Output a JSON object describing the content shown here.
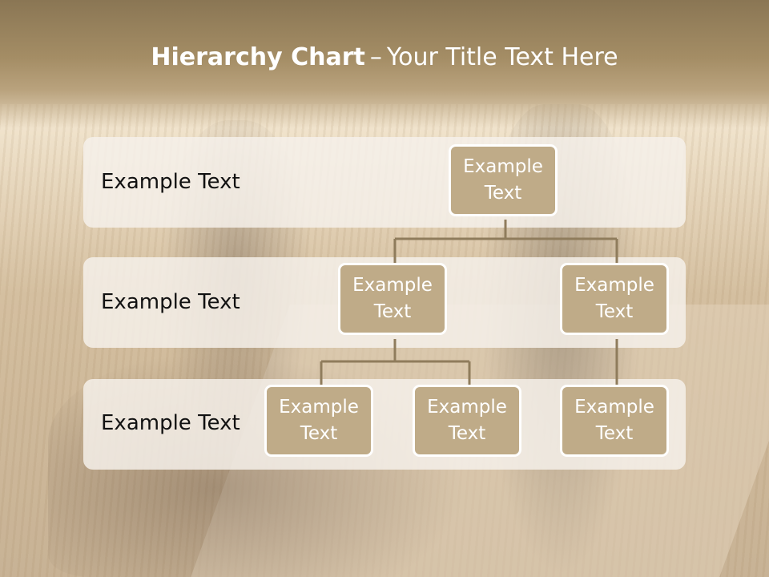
{
  "slide": {
    "title_bold": "Hierarchy Chart",
    "title_dash": "–",
    "title_rest": "Your Title Text Here"
  },
  "rows": [
    {
      "label": "Example Text"
    },
    {
      "label": "Example Text"
    },
    {
      "label": "Example Text"
    }
  ],
  "nodes": [
    {
      "text": "Example Text"
    },
    {
      "text": "Example Text"
    },
    {
      "text": "Example Text"
    },
    {
      "text": "Example Text"
    },
    {
      "text": "Example Text"
    },
    {
      "text": "Example Text"
    }
  ],
  "colors": {
    "title_band": "#a48d65",
    "node_fill": "#bfab88",
    "node_border": "#ffffff",
    "connector": "#8f7c5c",
    "row_band": "#f6f1eb"
  }
}
